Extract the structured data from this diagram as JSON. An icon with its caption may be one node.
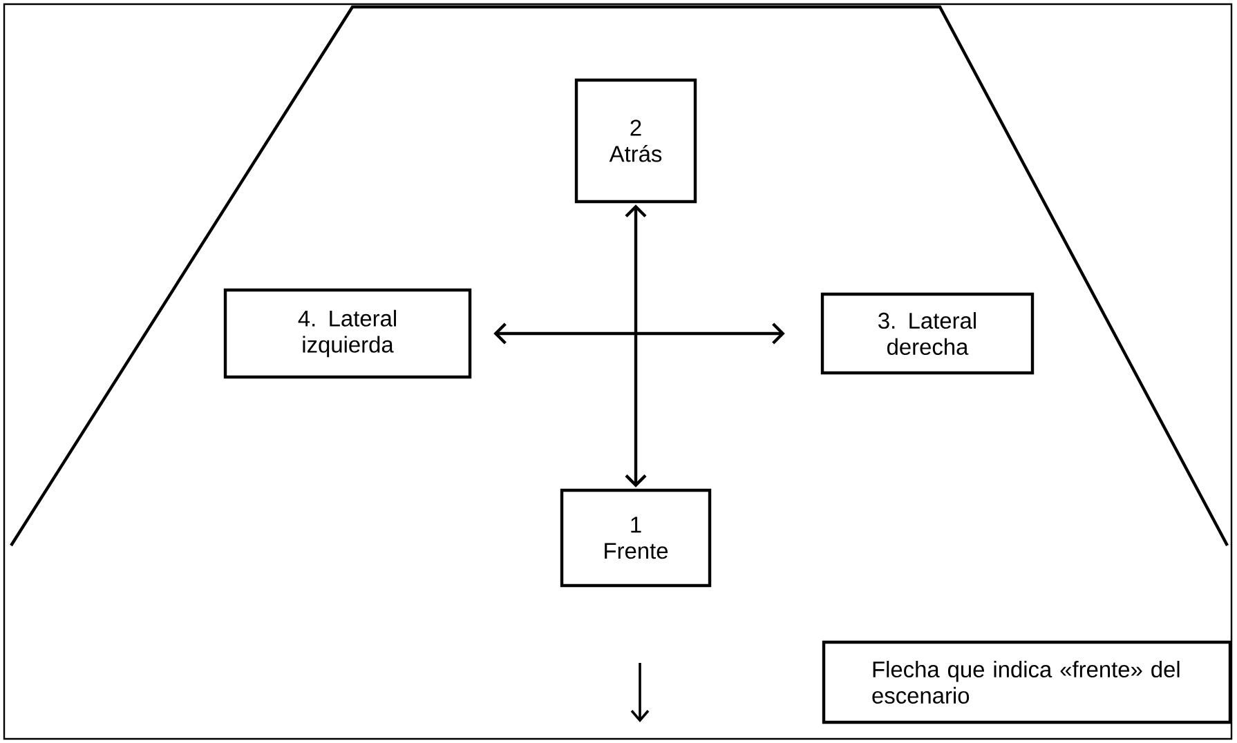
{
  "diagram": {
    "nodes": [
      {
        "text": [
          "2",
          "Atrás"
        ]
      },
      {
        "text": [
          "4. Lateral izquierda"
        ]
      },
      {
        "text": [
          "3. Lateral derecha"
        ]
      },
      {
        "text": [
          "1",
          "Frente"
        ]
      },
      {
        "text": [
          "Flecha que indica «frente» del escenario"
        ]
      }
    ],
    "edges": [
      {
        "from": 3,
        "to": 0,
        "arrow": "both"
      },
      {
        "from": 1,
        "to": 2,
        "arrow": "both"
      }
    ]
  }
}
